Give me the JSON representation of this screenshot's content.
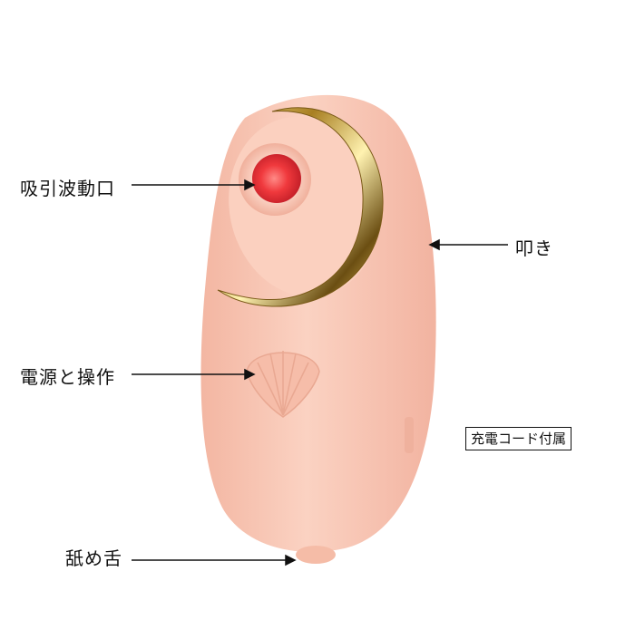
{
  "annotations": {
    "suction_port": "吸引波動口",
    "tapping": "叩き",
    "power_and_control": "電源と操作",
    "licking_tongue": "舐め舌"
  },
  "badge": {
    "charging_cord": "充電コード付属"
  },
  "colors": {
    "body": "#f9c6b2",
    "gold_ring": "#c9a23c",
    "mouth": "#ef3a3c",
    "text": "#111111"
  },
  "icons": {
    "power_button": "shell-icon"
  }
}
